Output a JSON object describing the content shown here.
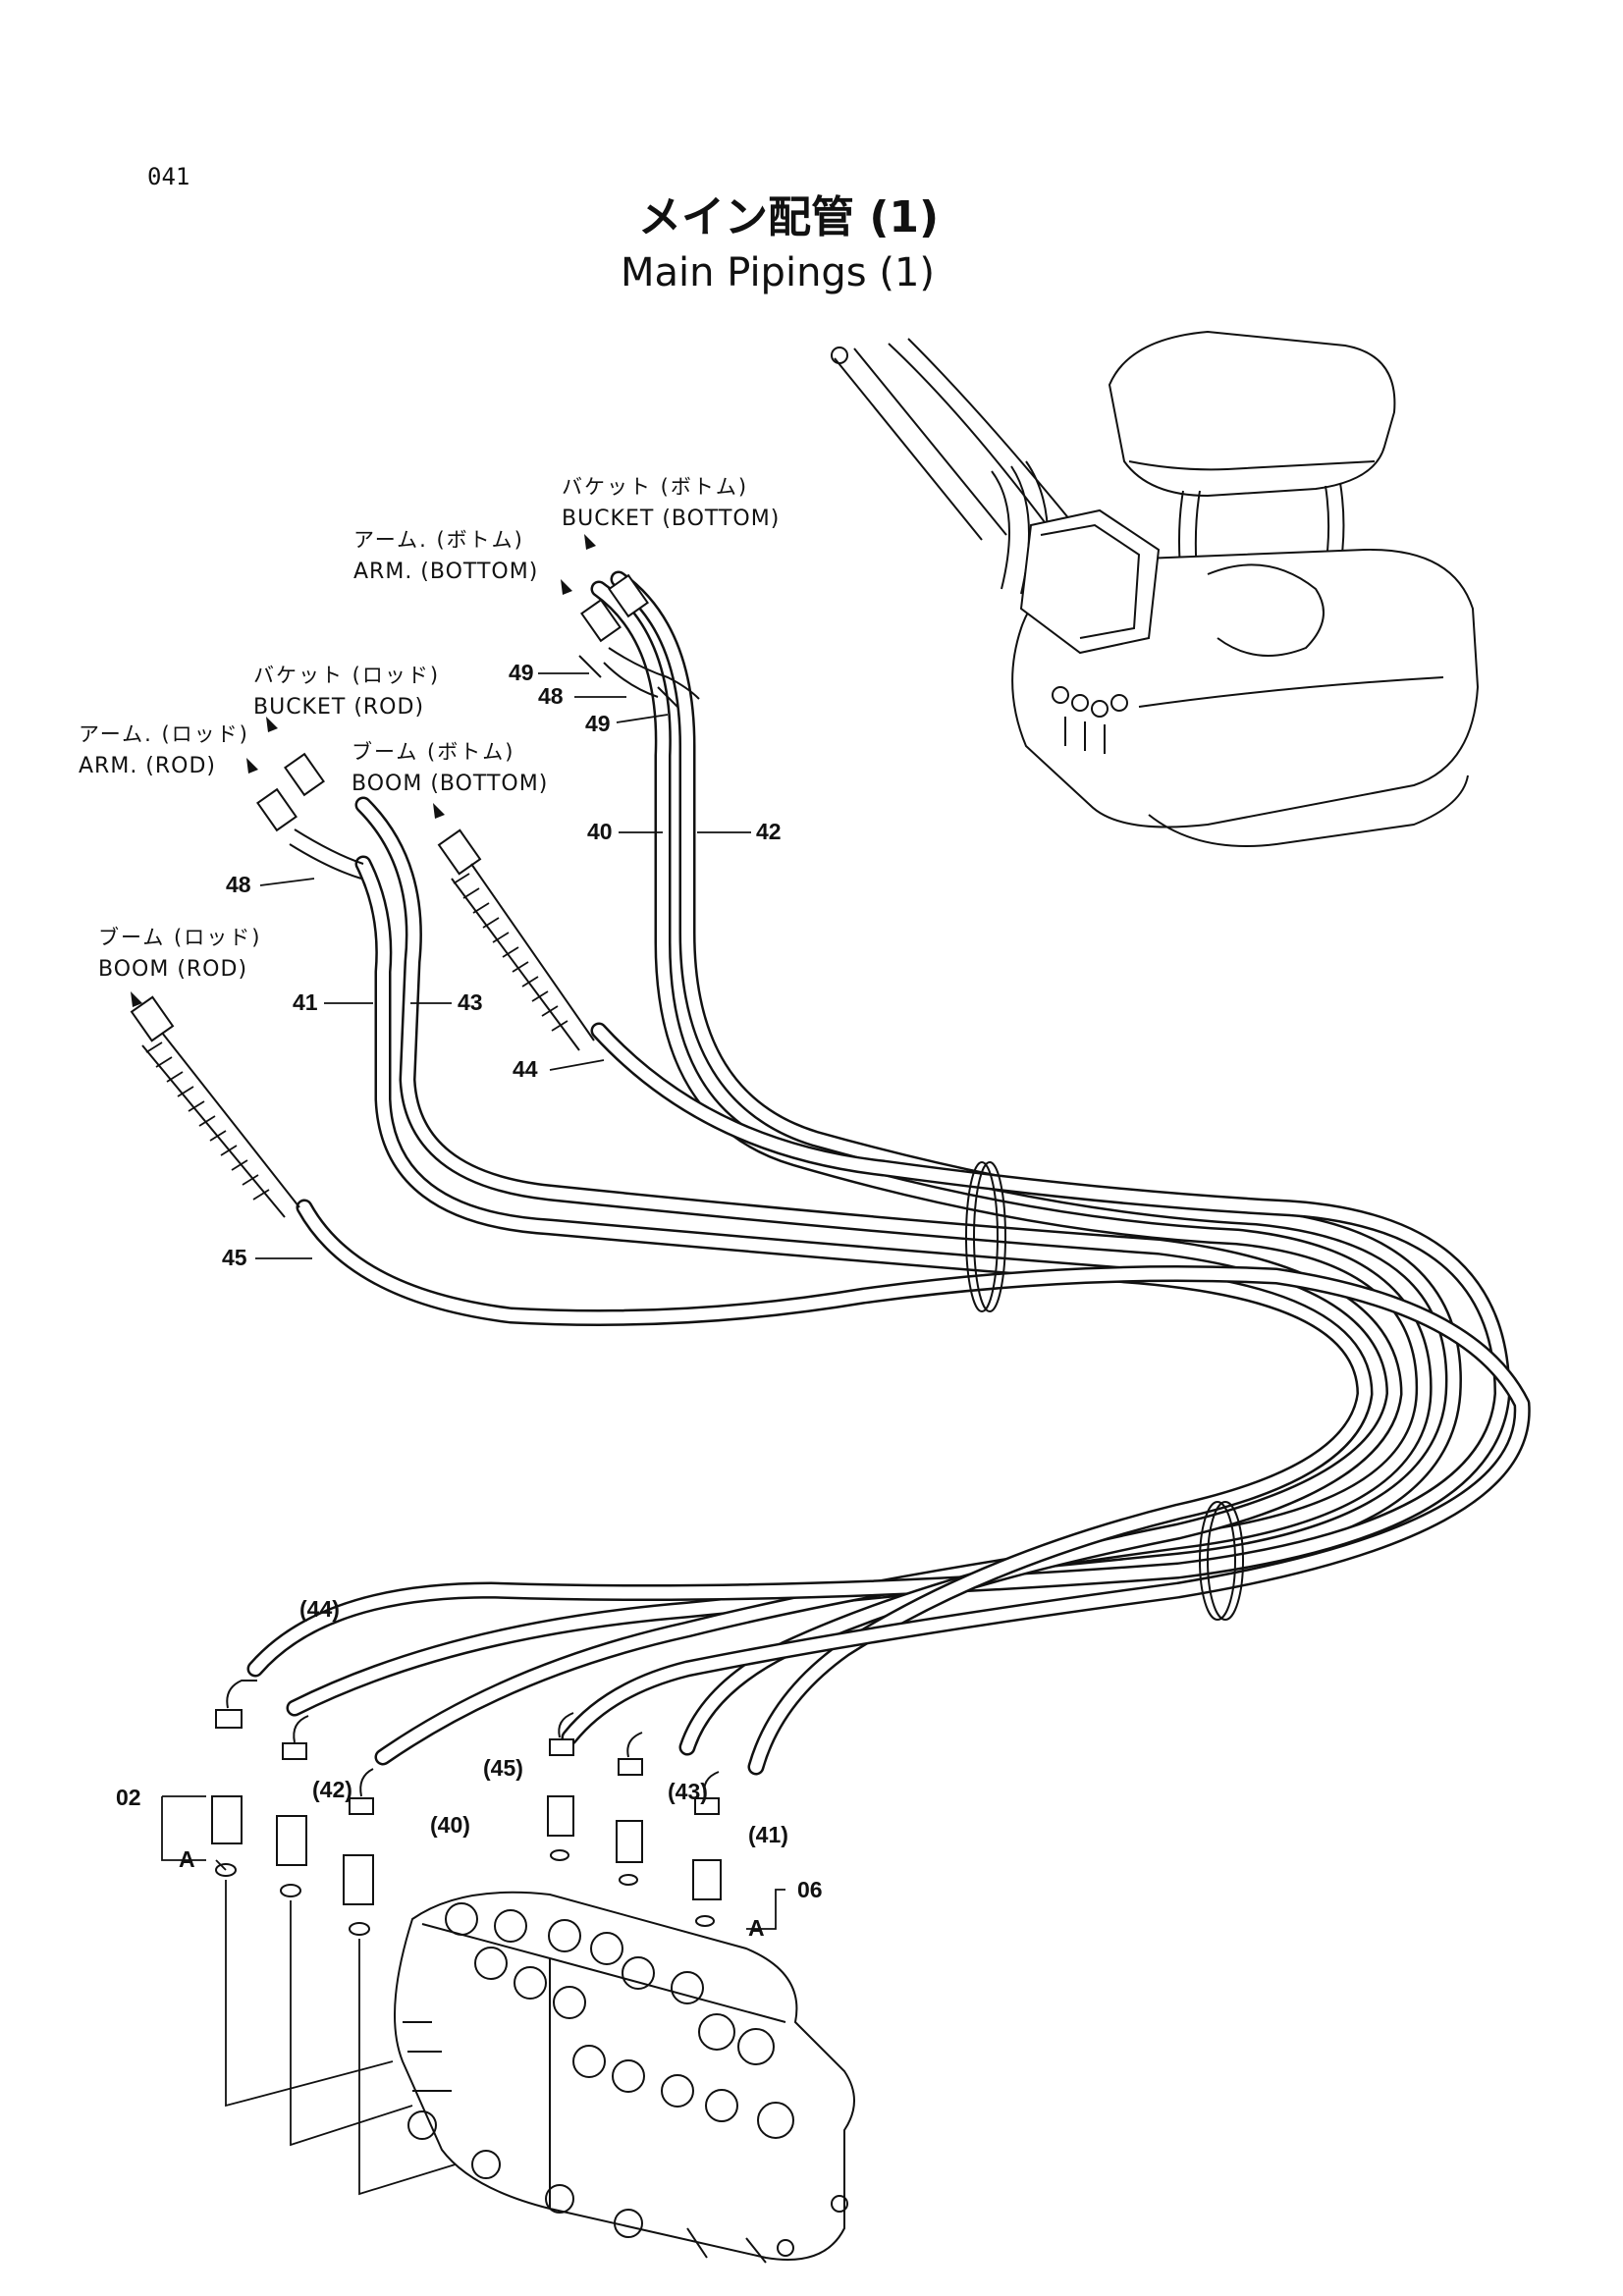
{
  "page_number": "041",
  "title": {
    "japanese": "メイン配管 (1)",
    "english": "Main Pipings (1)"
  },
  "port_labels": [
    {
      "id": "bucket-bottom",
      "japanese": "バケット (ボトム)",
      "english": "BUCKET (BOTTOM)"
    },
    {
      "id": "arm-bottom",
      "japanese": "アーム. (ボトム)",
      "english": "ARM. (BOTTOM)"
    },
    {
      "id": "bucket-rod",
      "japanese": "バケット (ロッド)",
      "english": "BUCKET (ROD)"
    },
    {
      "id": "boom-bottom",
      "japanese": "ブーム (ボトム)",
      "english": "BOOM (BOTTOM)"
    },
    {
      "id": "arm-rod",
      "japanese": "アーム. (ロッド)",
      "english": "ARM. (ROD)"
    },
    {
      "id": "boom-rod",
      "japanese": "ブーム (ロッド)",
      "english": "BOOM (ROD)"
    }
  ],
  "callouts": {
    "c49a": "49",
    "c48a": "48",
    "c49b": "49",
    "c40": "40",
    "c42": "42",
    "c48b": "48",
    "c41": "41",
    "c43": "43",
    "c44": "44",
    "c45": "45",
    "p44": "(44)",
    "p42": "(42)",
    "p40": "(40)",
    "p45": "(45)",
    "p43": "(43)",
    "p41": "(41)",
    "c02": "02",
    "c06": "06",
    "refA1": "A",
    "refA2": "A"
  }
}
